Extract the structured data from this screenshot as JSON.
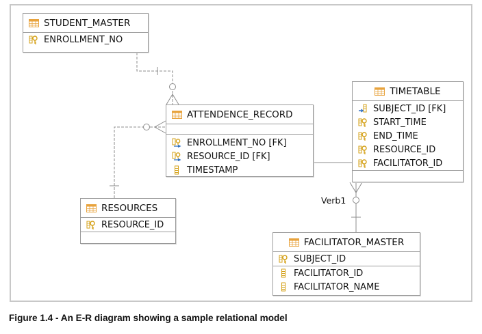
{
  "entities": {
    "student_master": {
      "title": "STUDENT_MASTER",
      "fields": [
        {
          "name": "ENROLLMENT_NO",
          "icon": "key-icon"
        }
      ]
    },
    "attendence_record": {
      "title": "ATTENDENCE_RECORD",
      "fields": [
        {
          "name": "ENROLLMENT_NO [FK]",
          "icon": "key-fk-icon"
        },
        {
          "name": "RESOURCE_ID [FK]",
          "icon": "key-fk-icon"
        },
        {
          "name": "TIMESTAMP",
          "icon": "column-icon"
        }
      ]
    },
    "resources": {
      "title": "RESOURCES",
      "fields": [
        {
          "name": "RESOURCE_ID",
          "icon": "key-icon"
        }
      ]
    },
    "timetable": {
      "title": "TIMETABLE",
      "fields": [
        {
          "name": "SUBJECT_ID [FK]",
          "icon": "fk-icon"
        },
        {
          "name": "START_TIME",
          "icon": "key-icon"
        },
        {
          "name": "END_TIME",
          "icon": "key-icon"
        },
        {
          "name": "RESOURCE_ID",
          "icon": "key-icon"
        },
        {
          "name": "FACILITATOR_ID",
          "icon": "key-icon"
        }
      ]
    },
    "facilitator_master": {
      "title": "FACILITATOR_MASTER",
      "fields": [
        {
          "name": "SUBJECT_ID",
          "icon": "key-icon"
        },
        {
          "name": "FACILITATOR_ID",
          "icon": "column-icon"
        },
        {
          "name": "FACILITATOR_NAME",
          "icon": "column-icon"
        }
      ]
    }
  },
  "relationships": {
    "verb1_label": "Verb1"
  },
  "caption": "Figure 1.4 - An E-R diagram showing a sample relational model",
  "colors": {
    "table_icon": "#e8a33d",
    "key": "#d4a017",
    "key_blue": "#2f6fc0",
    "line": "#8c8c8c"
  }
}
